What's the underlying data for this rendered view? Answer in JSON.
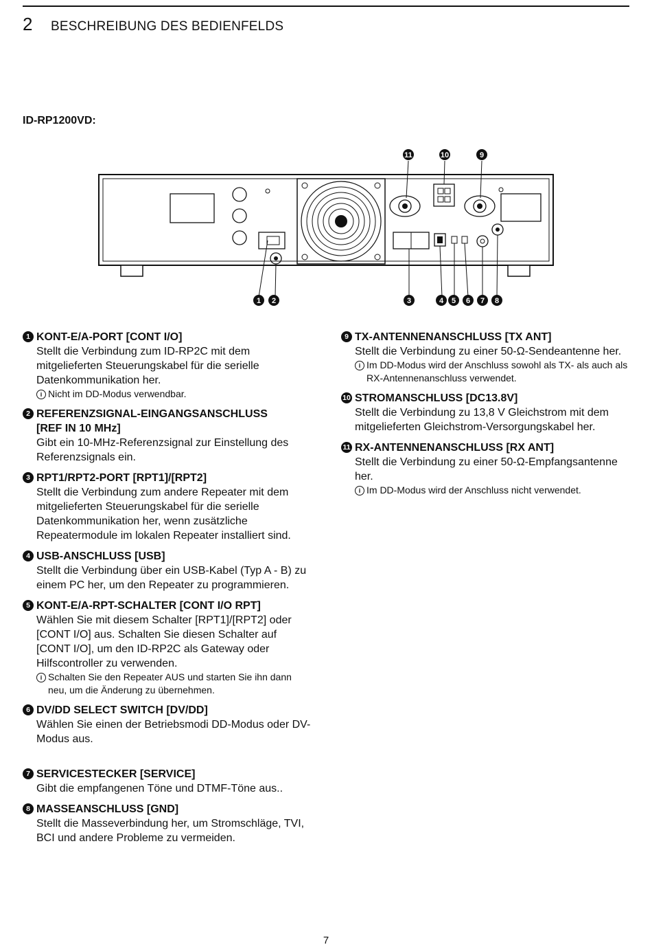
{
  "header": {
    "chapter_number": "2",
    "chapter_title": "BESCHREIBUNG DES BEDIENFELDS"
  },
  "model_label": "ID-RP1200VD:",
  "diagram_callouts": [
    "1",
    "2",
    "3",
    "4",
    "5",
    "6",
    "7",
    "8",
    "9",
    "10",
    "11"
  ],
  "items": [
    {
      "num": "1",
      "title": [
        "KONT-E/A-PORT [CONT I/O]"
      ],
      "body": "Stellt die Verbindung zum ID-RP2C mit dem mitgelieferten Steuerungskabel für die serielle Datenkommunikation her.",
      "note": "Nicht im DD-Modus verwendbar."
    },
    {
      "num": "2",
      "title": [
        "REFERENZSIGNAL-EINGANGSANSCHLUSS",
        "[REF IN 10 MHz]"
      ],
      "body": "Gibt ein 10-MHz-Referenzsignal zur Einstellung des Referenzsignals ein."
    },
    {
      "num": "3",
      "title": [
        "RPT1/RPT2-PORT [RPT1]/[RPT2]"
      ],
      "body": "Stellt die Verbindung zum andere Repeater mit dem mitgelieferten Steuerungskabel für die serielle Datenkommunikation her, wenn zusätzliche Repeatermodule im lokalen Repeater installiert sind."
    },
    {
      "num": "4",
      "title": [
        "USB-ANSCHLUSS [USB]"
      ],
      "body": "Stellt die Verbindung über ein USB-Kabel (Typ A - B) zu einem PC her, um den Repeater zu programmieren."
    },
    {
      "num": "5",
      "title": [
        "KONT-E/A-RPT-SCHALTER [CONT I/O RPT]"
      ],
      "body": "Wählen Sie mit diesem Schalter [RPT1]/[RPT2] oder [CONT I/O] aus. Schalten Sie diesen Schalter auf [CONT I/O], um den ID-RP2C als Gateway oder Hilfscontroller zu verwenden.",
      "note": "Schalten Sie den Repeater AUS und starten Sie ihn dann neu, um die Änderung zu übernehmen."
    },
    {
      "num": "6",
      "title": [
        "DV/DD SELECT SWITCH [DV/DD]"
      ],
      "body": "Wählen Sie einen der Betriebsmodi DD-Modus oder DV-Modus aus."
    },
    {
      "num": "7",
      "title": [
        "SERVICESTECKER [SERVICE]"
      ],
      "body": "Gibt die empfangenen Töne und DTMF-Töne aus.."
    },
    {
      "num": "8",
      "title": [
        "MASSEANSCHLUSS [GND]"
      ],
      "body": "Stellt die Masseverbindung her, um Stromschläge, TVI, BCI und andere Probleme zu vermeiden."
    },
    {
      "num": "9",
      "title": [
        "TX-ANTENNENANSCHLUSS [TX ANT]"
      ],
      "body": "Stellt die Verbindung zu einer 50-Ω-Sendeantenne her.",
      "note": "Im DD-Modus wird der Anschluss sowohl als TX- als auch als RX-Antennenanschluss verwendet."
    },
    {
      "num": "10",
      "title": [
        "STROMANSCHLUSS [DC13.8V]"
      ],
      "body": "Stellt die Verbindung zu 13,8 V Gleichstrom mit dem mitgelieferten Gleichstrom-Versorgungskabel her."
    },
    {
      "num": "11",
      "title": [
        "RX-ANTENNENANSCHLUSS [RX ANT]"
      ],
      "body": "Stellt die Verbindung zu einer 50-Ω-Empfangsantenne her.",
      "note": "Im DD-Modus wird der Anschluss nicht verwendet."
    }
  ],
  "note_icon": "info-icon",
  "page_number": "7"
}
